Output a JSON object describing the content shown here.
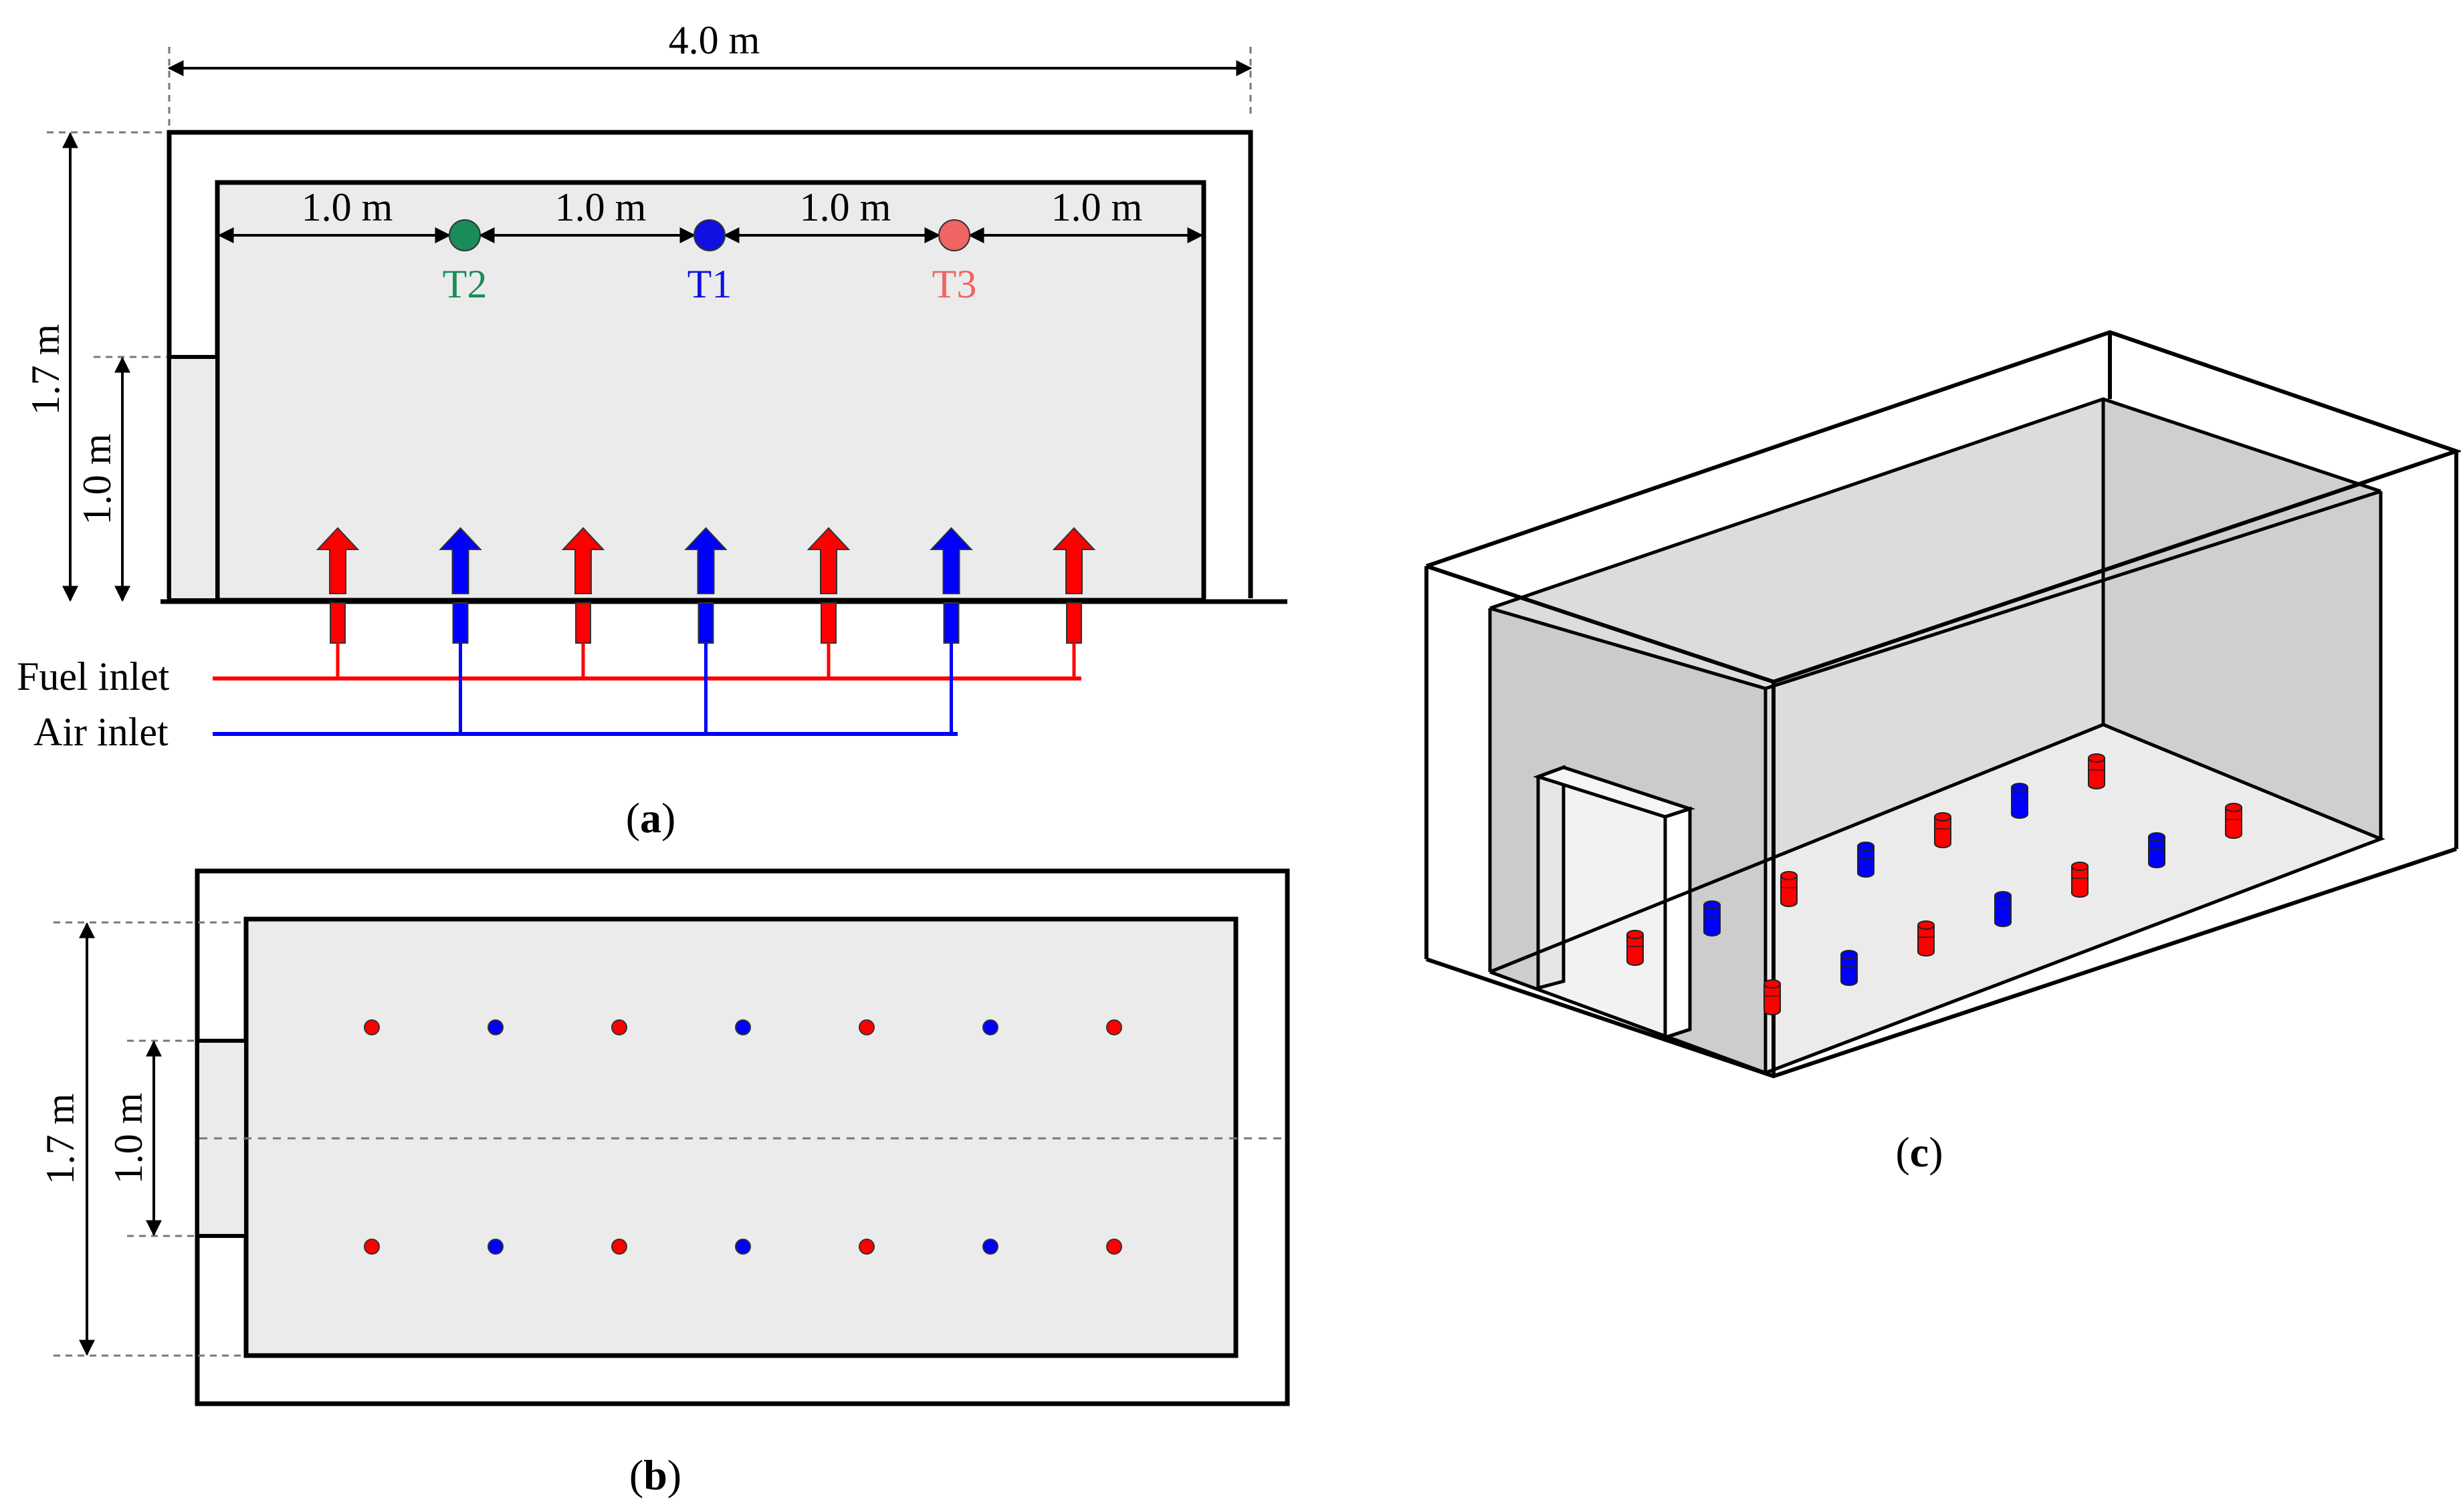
{
  "panel_a": {
    "label_open": "(",
    "label_letter": "a",
    "label_close": ")",
    "dim_total_width": "4.0 m",
    "dim_height": "1.7 m",
    "dim_door_height": "1.0 m",
    "spacings": [
      "1.0 m",
      "1.0 m",
      "1.0 m",
      "1.0 m"
    ],
    "thermocouples": [
      {
        "label": "T2",
        "color": "#1a8c5a"
      },
      {
        "label": "T1",
        "color": "#1010e0"
      },
      {
        "label": "T3",
        "color": "#f06464"
      }
    ],
    "fuel_inlet_label": "Fuel inlet",
    "air_inlet_label": "Air inlet",
    "inlet_sequence": [
      "fuel",
      "air",
      "fuel",
      "air",
      "fuel",
      "air",
      "fuel"
    ]
  },
  "panel_b": {
    "label_open": "(",
    "label_letter": "b",
    "label_close": ")",
    "dim_height": "1.7 m",
    "dim_door_width": "1.0 m",
    "rows": 2,
    "burner_sequence": [
      "fuel",
      "air",
      "fuel",
      "air",
      "fuel",
      "air",
      "fuel"
    ]
  },
  "panel_c": {
    "label_open": "(",
    "label_letter": "c",
    "label_close": ")"
  },
  "colors": {
    "fuel": "#ff0000",
    "air": "#0000ff",
    "room_fill": "#ebebeb",
    "line": "#000000"
  }
}
